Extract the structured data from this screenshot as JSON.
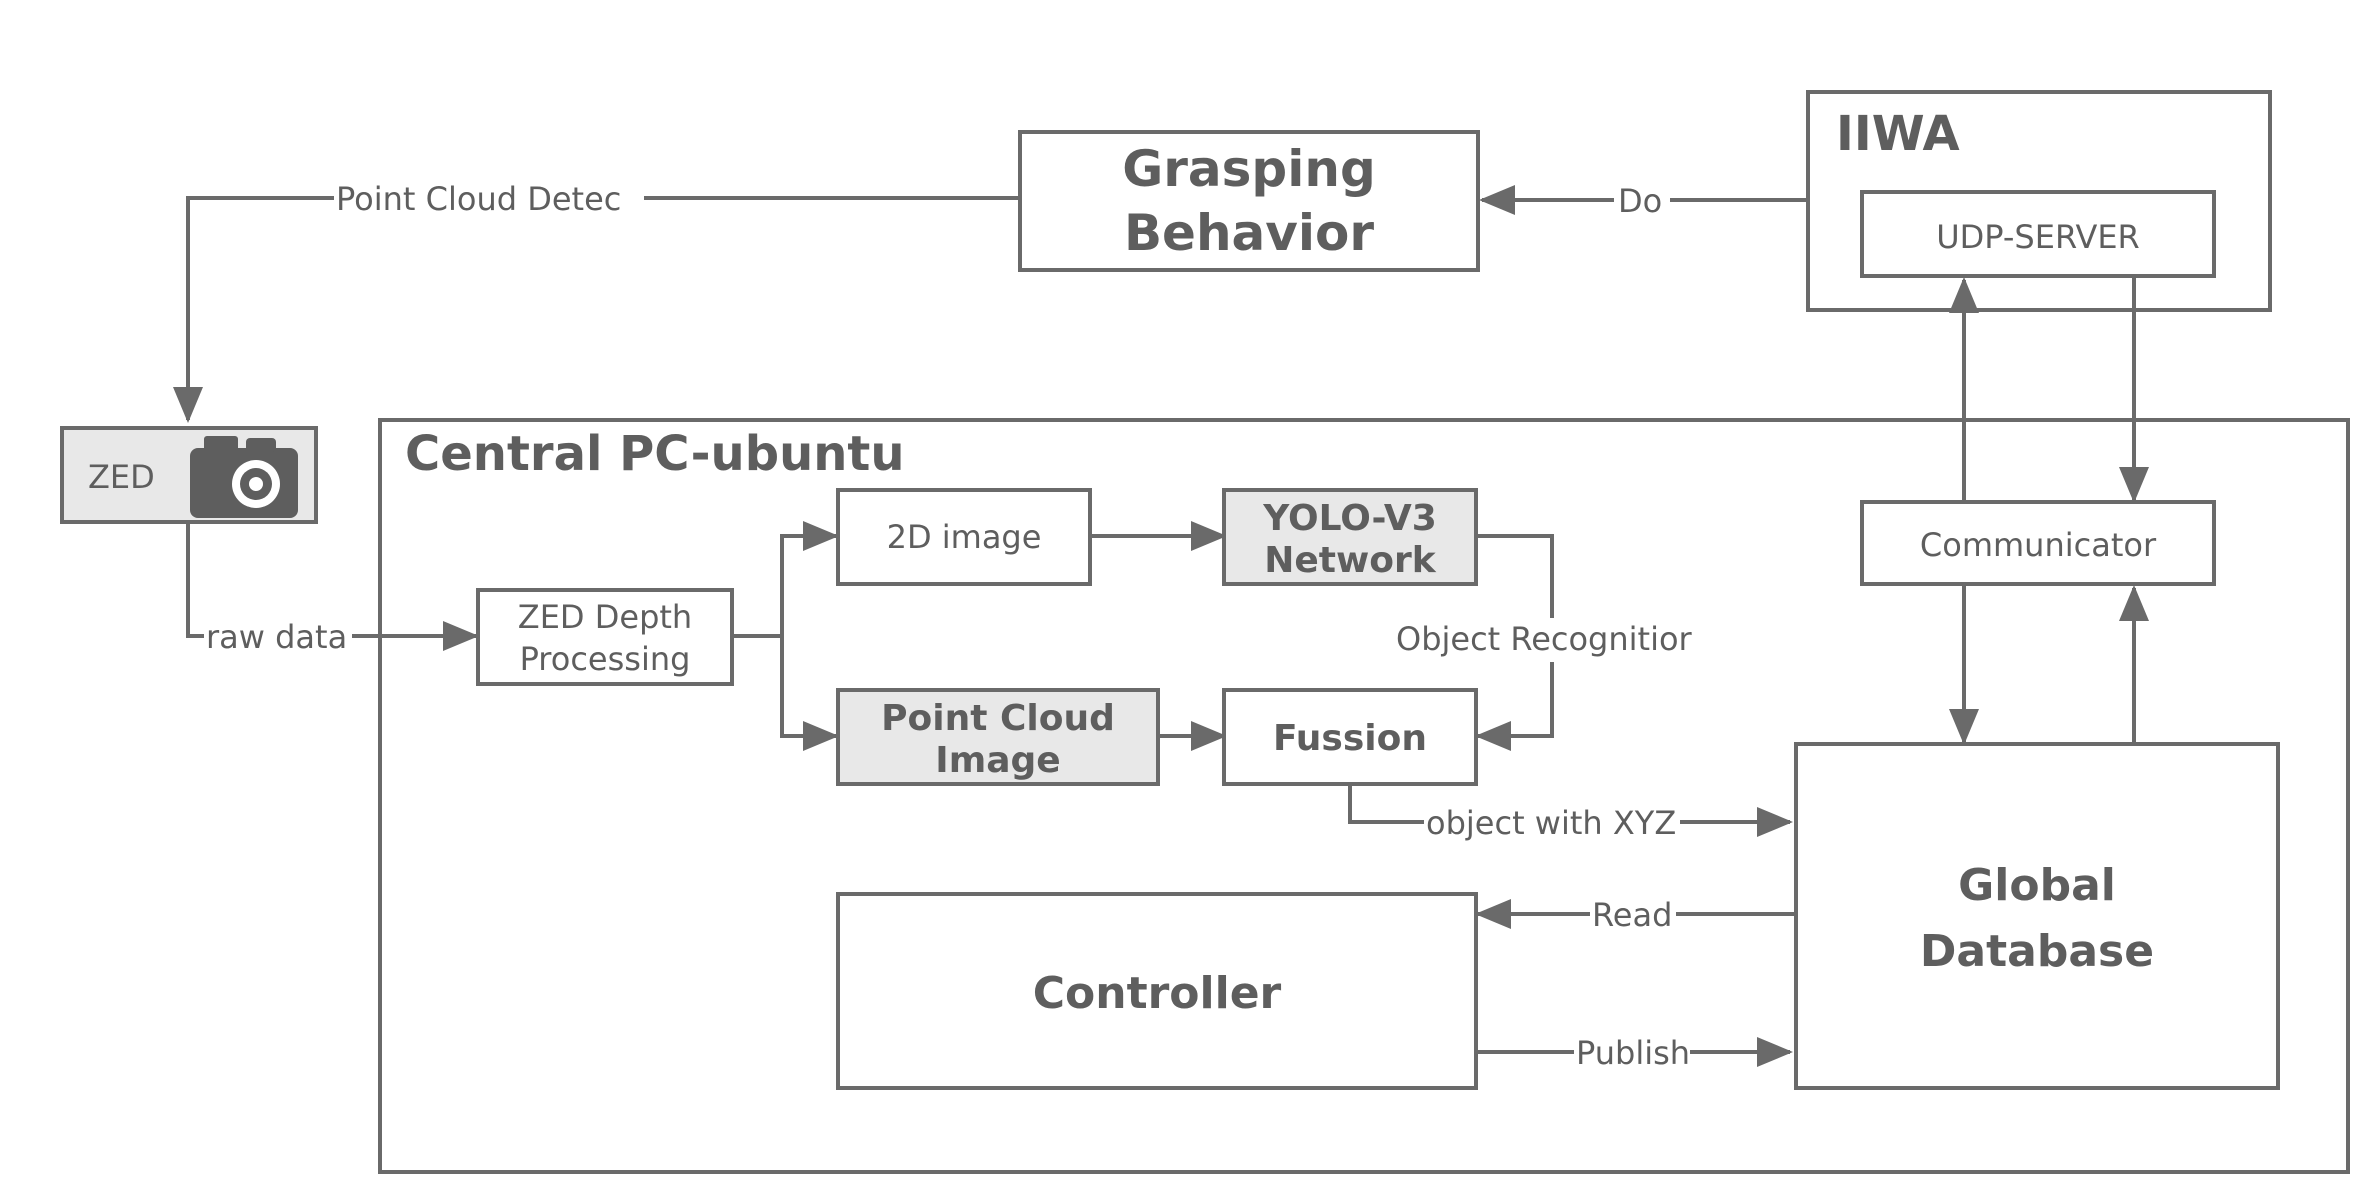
{
  "colors": {
    "stroke": "#6a6a6a",
    "text": "#5e5e5e",
    "gray_fill": "#e8e8e8",
    "background": "#ffffff"
  },
  "containers": {
    "iiwa": "IIWA",
    "central_pc": "Central PC-ubuntu"
  },
  "nodes": {
    "grasping": [
      "Grasping",
      "Behavior"
    ],
    "udp_server": "UDP-SERVER",
    "zed": "ZED",
    "zed_icon": "camera-icon",
    "zed_depth": [
      "ZED Depth",
      "Processing"
    ],
    "image_2d": "2D image",
    "yolo": [
      "YOLO-V3",
      "Network"
    ],
    "point_cloud": [
      "Point Cloud",
      "Image"
    ],
    "fussion": "Fussion",
    "communicator": "Communicator",
    "global_db": [
      "Global",
      "Database"
    ],
    "controller": "Controller"
  },
  "edges": {
    "point_cloud_detec": "Point Cloud Detec",
    "do": "Do",
    "raw_data": "raw data",
    "object_recognition": "Object Recognitior",
    "object_xyz": "object with XYZ",
    "read": "Read",
    "publish": "Publish"
  }
}
